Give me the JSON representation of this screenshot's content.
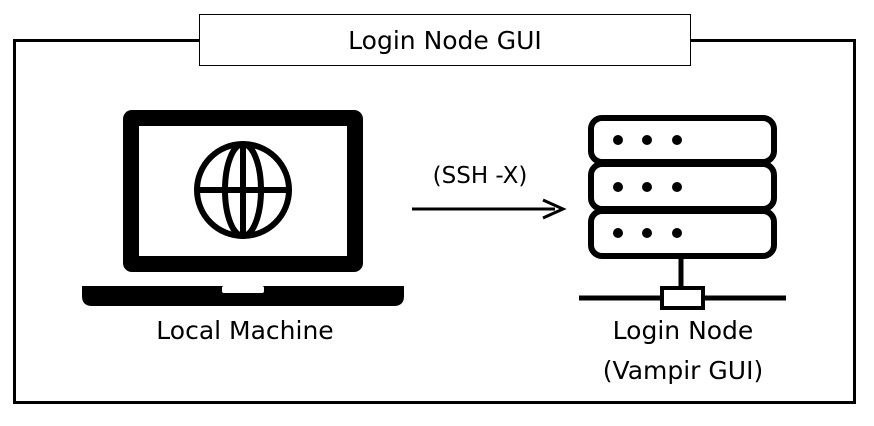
{
  "title": "Login Node GUI",
  "connection": {
    "label": "(SSH -X)"
  },
  "local_machine": {
    "label": "Local Machine",
    "icon": "laptop-globe-icon"
  },
  "login_node": {
    "label_line1": "Login Node",
    "label_line2": "(Vampir GUI)",
    "icon": "server-stack-icon"
  },
  "colors": {
    "ink": "#000000",
    "background": "#ffffff"
  }
}
